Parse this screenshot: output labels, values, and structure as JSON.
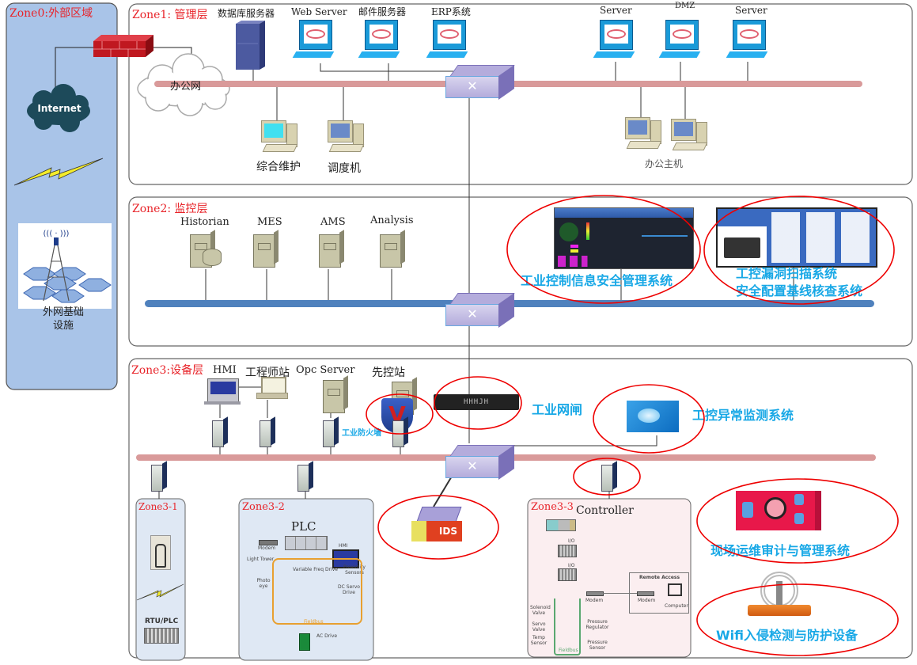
{
  "zones": {
    "zone0": {
      "label": "Zone0:外部区域",
      "internet": "Internet",
      "infra": [
        "外网基础",
        "设施"
      ]
    },
    "zone1": {
      "label": "Zone1: 管理层",
      "network": "办公网",
      "servers": [
        "数据库服务器",
        "Web Server",
        "邮件服务器",
        "ERP系统",
        "Server",
        "DMZ",
        "Server"
      ],
      "clients": [
        "综合维护",
        "调度机",
        "办公主机"
      ]
    },
    "zone2": {
      "label": "Zone2: 监控层",
      "servers": [
        "Historian",
        "MES",
        "AMS",
        "Analysis"
      ],
      "systems": [
        "工业控制信息安全管理系统",
        "工控漏洞扫描系统",
        "安全配置基线核查系统"
      ]
    },
    "zone3": {
      "label": "Zone3:设备层",
      "stations": [
        "HMI",
        "工程师站",
        "Opc Server",
        "先控站"
      ],
      "firewall": "工业防火墙",
      "gateway": "工业网闸",
      "monitor": "工控异常监测系统",
      "audit": "现场运维审计与管理系统",
      "wifi": "Wifi入侵检测与防护设备",
      "ids": "IDS"
    },
    "zone3_1": {
      "label": "Zone3-1",
      "rtu": "RTU/PLC"
    },
    "zone3_2": {
      "label": "Zone3-2",
      "plc": "PLC",
      "parts": [
        "Modem",
        "Light Tower",
        "HMI",
        "Variable Freq Drive",
        "Proximity Sensors",
        "Photo eye",
        "DC Servo Drive",
        "Fieldbus",
        "AC Drive"
      ]
    },
    "zone3_3": {
      "label": "Zone3-3",
      "controller": "Controller",
      "parts": [
        "I/O",
        "I/O",
        "Modem",
        "Remote Access",
        "Modem",
        "Computer",
        "Solenoid Valve",
        "Servo Valve",
        "Temp Sensor",
        "Pressure Regulator",
        "Pressure Sensor",
        "Fieldbus"
      ]
    }
  },
  "colors": {
    "zone_label": "#e8242a",
    "security_label": "#18a8e6",
    "office_bus": "#d99a9a",
    "monitor_bus": "#4f81bd",
    "zone0_bg": "#a9c4e8"
  }
}
